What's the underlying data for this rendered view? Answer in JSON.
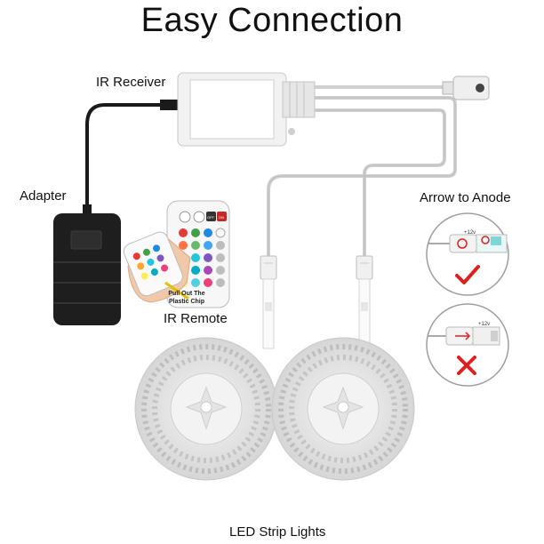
{
  "title": "Easy Connection",
  "labels": {
    "ir_receiver": "IR Receiver",
    "adapter": "Adapter",
    "ir_remote": "IR Remote",
    "arrow_to_anode": "Arrow to Anode",
    "led_strip_lights": "LED Strip Lights"
  },
  "remote": {
    "chip_note_line1": "Pull Out The",
    "chip_note_line2": "Plastic Chip",
    "off_label": "OFF",
    "on_label": "ON"
  },
  "anode": {
    "voltage_label": "+12v"
  },
  "colors": {
    "check_red": "#e02020",
    "cross_red": "#e02020",
    "cable_gray": "#d8d8d8",
    "adapter_black": "#1e1e1e"
  }
}
